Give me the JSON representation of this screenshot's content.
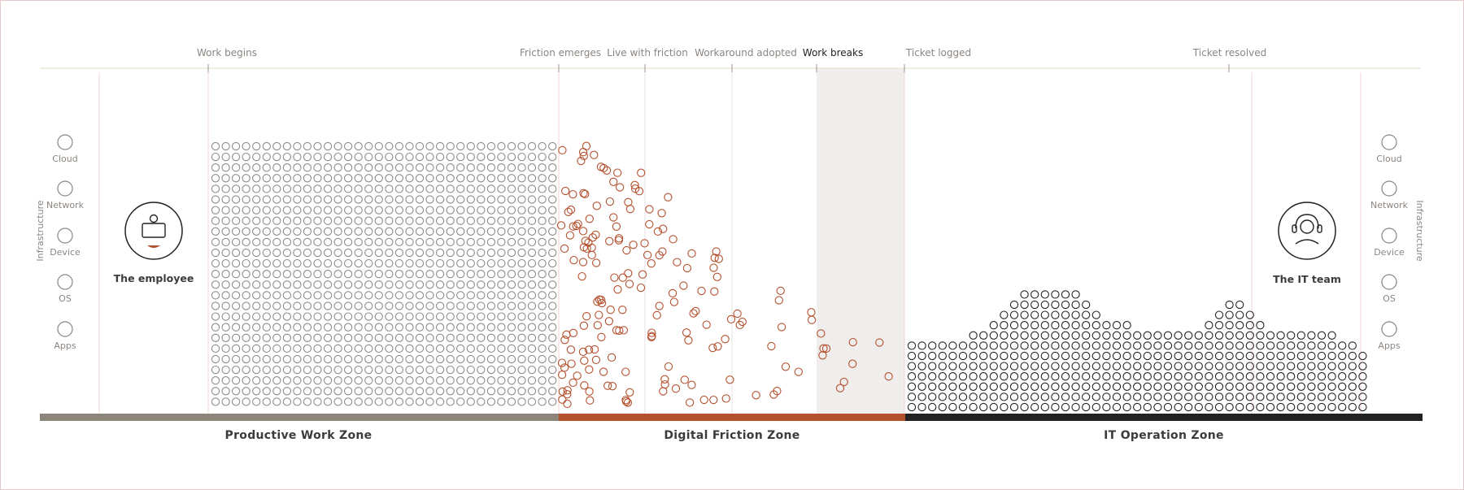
{
  "milestones": [
    {
      "key": "work_begins",
      "label": "Work begins",
      "active": false
    },
    {
      "key": "friction_emerges",
      "label": "Friction emerges",
      "active": false
    },
    {
      "key": "live_with_friction",
      "label": "Live with friction",
      "active": false
    },
    {
      "key": "workaround_adopted",
      "label": "Workaround adopted",
      "active": false
    },
    {
      "key": "work_breaks",
      "label": "Work breaks",
      "active": true
    },
    {
      "key": "ticket_logged",
      "label": "Ticket logged",
      "active": false
    },
    {
      "key": "ticket_resolved",
      "label": "Ticket resolved",
      "active": false
    }
  ],
  "infrastructure": {
    "title": "Infrastructure",
    "layers": [
      "Cloud",
      "Network",
      "Device",
      "OS",
      "Apps"
    ]
  },
  "actors": {
    "employee": {
      "label": "The employee",
      "icon": "employee-laptop-icon"
    },
    "it_team": {
      "label": "The IT team",
      "icon": "headset-support-icon"
    }
  },
  "zones": [
    {
      "key": "productive",
      "label": "Productive Work Zone",
      "color": "#8c8579"
    },
    {
      "key": "friction",
      "label": "Digital Friction Zone",
      "color": "#b5502e"
    },
    {
      "key": "it_operation",
      "label": "IT Operation Zone",
      "color": "#222222"
    }
  ],
  "colors": {
    "productive_dot": "#8c8b88",
    "friction_dot": "#b5502e",
    "it_dot": "#222222",
    "work_breaks_band": "#efeeed",
    "accent": "#e8c0b0"
  }
}
